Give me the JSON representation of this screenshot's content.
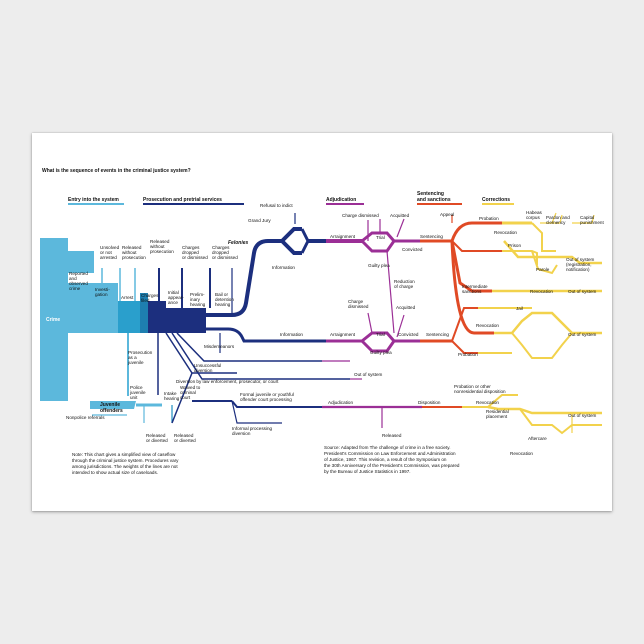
{
  "title": "What is the sequence of events in the criminal justice system?",
  "stages": {
    "entry": "Entry into the system",
    "prosecution": "Prosecution and pretrial services",
    "adjudication": "Adjudication",
    "sentencing_1": "Sentencing",
    "sentencing_2": "and sanctions",
    "corrections": "Corrections"
  },
  "colors": {
    "entry": "#5cb8dc",
    "entry_dark": "#1e8fc0",
    "prosecution": "#1c2f7e",
    "adjudication": "#9b2f96",
    "sentencing": "#e04a25",
    "corrections": "#f2d24c"
  },
  "labels": {
    "crime": "Crime",
    "reported_1": "Reported",
    "reported_2": "and",
    "reported_3": "observed",
    "reported_4": "crime",
    "investigation_1": "Investi-",
    "investigation_2": "gation",
    "unsolved_1": "Unsolved",
    "unsolved_2": "or not",
    "unsolved_3": "arrested",
    "arrest": "Arrest",
    "released_np_1": "Released",
    "released_np_2": "without",
    "released_np_3": "prosecution",
    "released_np2_1": "Released",
    "released_np2_2": "without",
    "released_np2_3": "prosecution",
    "charges_filed_1": "Charges",
    "charges_filed_2": "filed",
    "charges_dd_1": "Charges",
    "charges_dd_2": "dropped",
    "charges_dd_3": "or dismissed",
    "charges_dd2_1": "Charges",
    "charges_dd2_2": "dropped",
    "charges_dd2_3": "or dismissed",
    "initial_1": "Initial",
    "initial_2": "appear-",
    "initial_3": "ance",
    "prelim_1": "Prelim-",
    "prelim_2": "inary",
    "prelim_3": "hearing",
    "bail_1": "Bail or",
    "bail_2": "detention",
    "bail_3": "hearing",
    "refusal": "Refusal to indict",
    "grand_jury": "Grand Jury",
    "information": "Information",
    "felonies": "Felonies",
    "misdemeanors": "Misdemeanors",
    "information2": "Information",
    "unsuccessful_1": "Unsuccessful",
    "unsuccessful_2": "diversion",
    "diversion": "Diversion by law enforcement, prosecutor, or court",
    "prosecution_juvenile_1": "Prosecution",
    "prosecution_juvenile_2": "as a",
    "prosecution_juvenile_3": "juvenile",
    "police_juvenile_1": "Police",
    "police_juvenile_2": "juvenile",
    "police_juvenile_3": "unit",
    "juvenile_offenders_1": "Juvenile",
    "juvenile_offenders_2": "offenders",
    "intake_1": "Intake",
    "intake_2": "hearing",
    "waived_1": "Waived to",
    "waived_2": "criminal",
    "waived_3": "court",
    "formal_1": "Formal juvenile or youthful",
    "formal_2": "offender court processing",
    "informal_1": "Informal processing",
    "informal_2": "diversion",
    "nonpolice": "Nonpolice referrals",
    "rel_div_1_1": "Released",
    "rel_div_1_2": "or diverted",
    "rel_div_2_1": "Released",
    "rel_div_2_2": "or diverted",
    "arraignment": "Arraignment",
    "arraignment2": "Arraignment",
    "charge_dismissed": "Charge dismissed",
    "acquitted": "Acquitted",
    "trial": "Trial",
    "guilty_plea": "Guilty plea",
    "convicted": "Convicted",
    "reduction_1": "Reduction",
    "reduction_2": "of charge",
    "charge_dismissed2_1": "Charge",
    "charge_dismissed2_2": "dismissed",
    "acquitted2": "Acquitted",
    "trial2": "Trial",
    "convicted2": "Convicted",
    "guilty_plea2": "Guilty plea",
    "sentencing": "Sentencing",
    "sentencing2": "Sentencing",
    "out_of_system": "Out of system",
    "adjudication": "Adjudication",
    "disposition": "Disposition",
    "released": "Released",
    "appeal": "Appeal",
    "probation": "Probation",
    "probation2": "Probation",
    "habeas_1": "Habeas",
    "habeas_2": "corpus",
    "pardon_1": "Pardon and",
    "pardon_2": "clemency",
    "capital_1": "Capital",
    "capital_2": "punishment",
    "revocation": "Revocation",
    "prison": "Prison",
    "parole": "Parole",
    "revocation2": "Revocation",
    "out_reg_1": "Out of system",
    "out_reg_2": "(registration,",
    "out_reg_3": "notification)",
    "out2": "Out of system",
    "intermediate_1": "Intermediate",
    "intermediate_2": "sanctions",
    "jail": "Jail",
    "revocation3": "Revocation",
    "out3": "Out of system",
    "prob_other_1": "Probation or other",
    "prob_other_2": "nonresidential disposition",
    "revocation4": "Revocation",
    "residential_1": "Residential",
    "residential_2": "placement",
    "aftercare": "Aftercare",
    "revocation5": "Revocation",
    "out4": "Out of system"
  },
  "note": [
    "Note: This chart gives a simplified view of caseflow",
    "through the criminal justice system. Procedures vary",
    "among jurisdictions. The weights of the lines are not",
    "intended to show actual size of caseloads."
  ],
  "source": [
    "Source: Adapted from The challenge of crime in a free society.",
    "President's Commission on Law Enforcement and Administration",
    "of Justice, 1967. This revision, a result of the Symposium on",
    "the 30th Anniversary of the President's Commission, was prepared",
    "by the Bureau of Justice Statistics in 1997."
  ]
}
